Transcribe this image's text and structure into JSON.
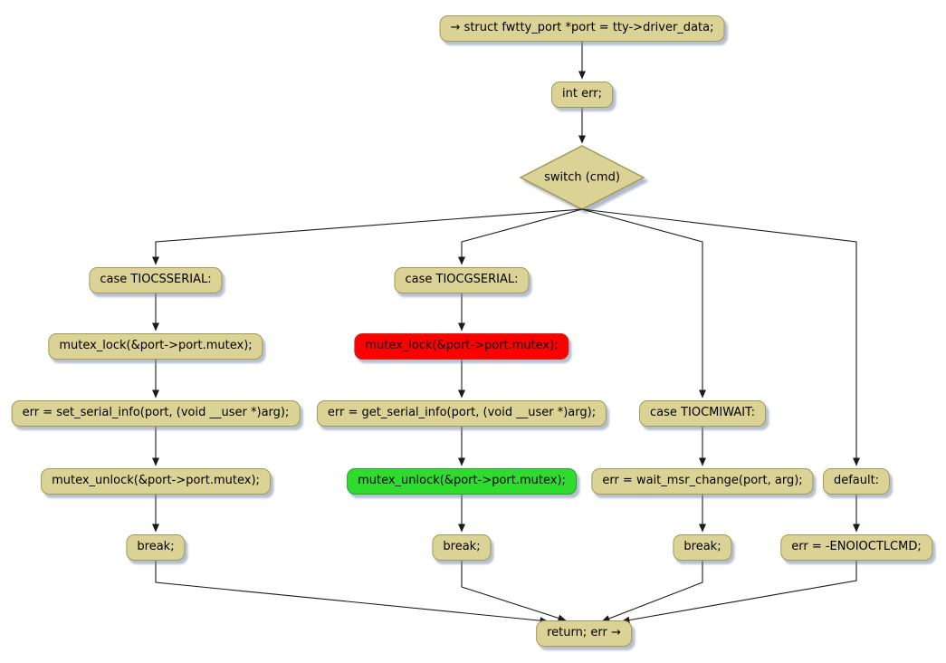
{
  "diagram": {
    "type": "flowchart",
    "description": "Activity diagram of an ioctl switch(cmd) handler for fwtty_port",
    "colors": {
      "background": "#FFFFFF",
      "node_fill": "#DBD296",
      "node_border": "#A29A55",
      "highlight_red_fill": "#FE0000",
      "highlight_red_border": "#C62A1B",
      "highlight_green_fill": "#2EDB2E",
      "highlight_green_border": "#27A427",
      "edge_stroke": "#1A1A1A",
      "shadow": "#7A8BA8",
      "text": "#000000"
    },
    "nodes": {
      "entry": {
        "label": "→ struct fwtty_port *port = tty->driver_data;"
      },
      "int_err": {
        "label": "int err;"
      },
      "switch_cmd": {
        "label": "switch (cmd)",
        "shape": "diamond"
      },
      "case_tiocsserial": {
        "label": "case TIOCSSERIAL:"
      },
      "mutex_lock_s": {
        "label": "mutex_lock(&port->port.mutex);"
      },
      "set_serial_info": {
        "label": "err = set_serial_info(port, (void __user *)arg);"
      },
      "mutex_unlock_s": {
        "label": "mutex_unlock(&port->port.mutex);"
      },
      "break_s": {
        "label": "break;"
      },
      "case_tiocgserial": {
        "label": "case TIOCGSERIAL:"
      },
      "mutex_lock_g": {
        "label": "mutex_lock(&port->port.mutex);",
        "highlight": "#FE0000"
      },
      "get_serial_info": {
        "label": "err = get_serial_info(port, (void __user *)arg);"
      },
      "mutex_unlock_g": {
        "label": "mutex_unlock(&port->port.mutex);",
        "highlight": "#2EDB2E"
      },
      "break_g": {
        "label": "break;"
      },
      "case_tiocmiwait": {
        "label": "case TIOCMIWAIT:"
      },
      "wait_msr_change": {
        "label": "err = wait_msr_change(port, arg);"
      },
      "break_m": {
        "label": "break;"
      },
      "default_case": {
        "label": "default:"
      },
      "enoioctlcmd": {
        "label": "err = -ENOIOCTLCMD;"
      },
      "return_err": {
        "label": "return; err →"
      }
    }
  }
}
